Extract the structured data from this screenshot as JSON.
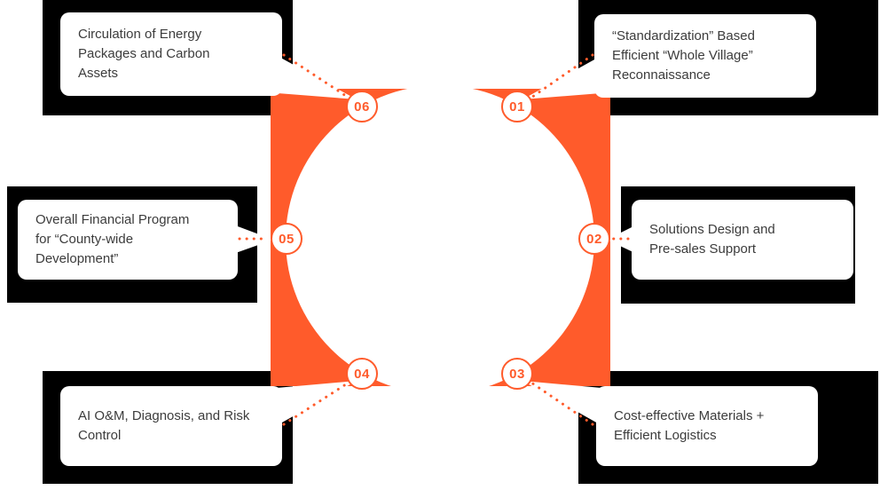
{
  "colors": {
    "orange": "#FF5B2B",
    "block": "#000000",
    "card": "#FFFFFF",
    "text": "#3C3C3C"
  },
  "nodes": [
    {
      "number": "01",
      "label": "“Standardization” Based\nEfficient “Whole Village”\nReconnaissance"
    },
    {
      "number": "02",
      "label": "Solutions Design and\nPre-sales Support"
    },
    {
      "number": "03",
      "label": "Cost-effective Materials +\nEfficient Logistics"
    },
    {
      "number": "04",
      "label": "AI O&M, Diagnosis, and Risk\nControl"
    },
    {
      "number": "05",
      "label": "Overall Financial Program\nfor “County-wide\nDevelopment”"
    },
    {
      "number": "06",
      "label": "Circulation of Energy\nPackages and Carbon\nAssets"
    }
  ]
}
